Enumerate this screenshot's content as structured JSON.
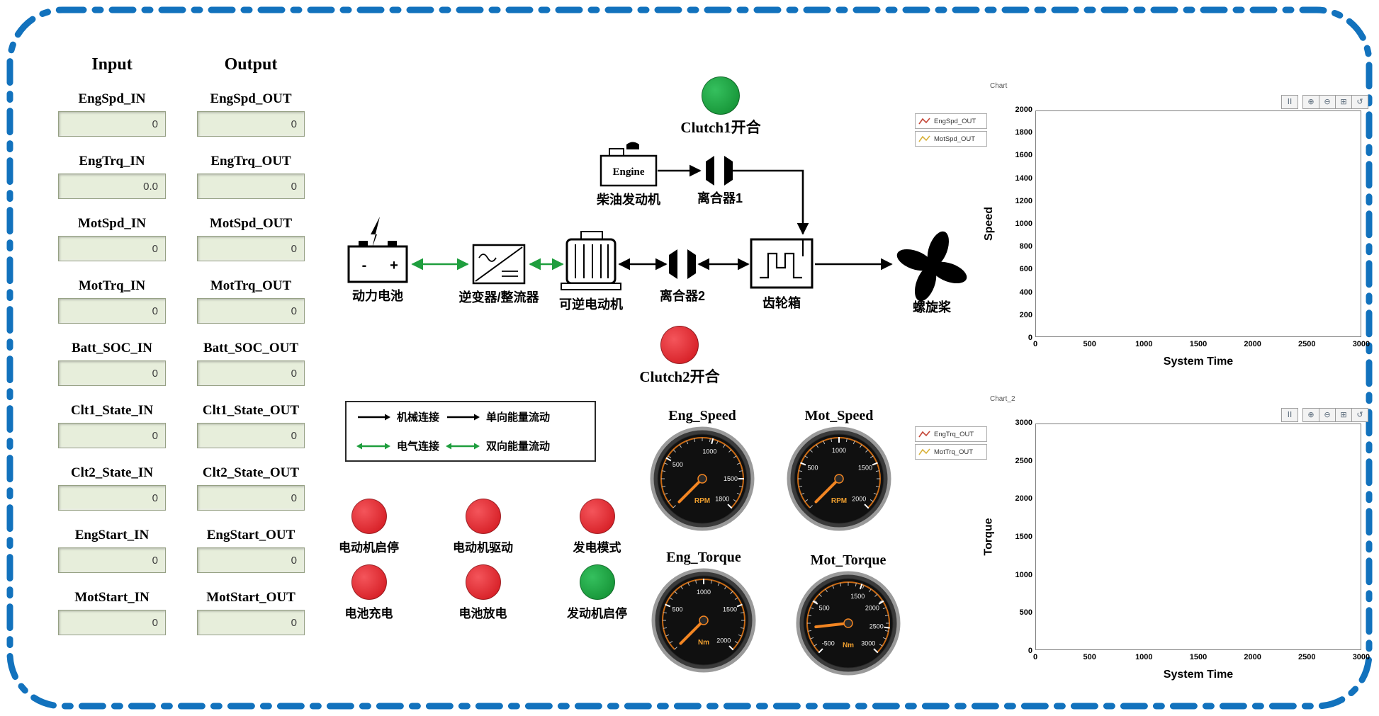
{
  "io_panel": {
    "input_header": "Input",
    "output_header": "Output",
    "rows": [
      {
        "input_label": "EngSpd_IN",
        "input_value": "0",
        "output_label": "EngSpd_OUT",
        "output_value": "0"
      },
      {
        "input_label": "EngTrq_IN",
        "input_value": "0.0",
        "output_label": "EngTrq_OUT",
        "output_value": "0"
      },
      {
        "input_label": "MotSpd_IN",
        "input_value": "0",
        "output_label": "MotSpd_OUT",
        "output_value": "0"
      },
      {
        "input_label": "MotTrq_IN",
        "input_value": "0",
        "output_label": "MotTrq_OUT",
        "output_value": "0"
      },
      {
        "input_label": "Batt_SOC_IN",
        "input_value": "0",
        "output_label": "Batt_SOC_OUT",
        "output_value": "0"
      },
      {
        "input_label": "Clt1_State_IN",
        "input_value": "0",
        "output_label": "Clt1_State_OUT",
        "output_value": "0"
      },
      {
        "input_label": "Clt2_State_IN",
        "input_value": "0",
        "output_label": "Clt2_State_OUT",
        "output_value": "0"
      },
      {
        "input_label": "EngStart_IN",
        "input_value": "0",
        "output_label": "EngStart_OUT",
        "output_value": "0"
      },
      {
        "input_label": "MotStart_IN",
        "input_value": "0",
        "output_label": "MotStart_OUT",
        "output_value": "0"
      }
    ]
  },
  "diagram": {
    "engine_text": "Engine",
    "battery_minus": "-",
    "battery_plus": "+",
    "clutch1_indicator_label": "Clutch1开合",
    "clutch2_indicator_label": "Clutch2开合",
    "clutch1_state": "green",
    "clutch2_state": "red",
    "labels": {
      "battery": "动力电池",
      "inverter": "逆变器/整流器",
      "motor": "可逆电动机",
      "clutch1": "离合器1",
      "clutch2": "离合器2",
      "gearbox": "齿轮箱",
      "propeller": "螺旋桨",
      "engine": "柴油发动机"
    },
    "legend": {
      "mechanical": "机械连接",
      "one_way": "单向能量流动",
      "electrical": "电气连接",
      "two_way": "双向能量流动"
    },
    "colors": {
      "mechanical": "#000000",
      "electrical": "#1f9e3e"
    }
  },
  "indicator_colors": {
    "red": [
      "#f4555b",
      "#cf1219"
    ],
    "green": [
      "#35c05e",
      "#0f8a2e"
    ]
  },
  "indicators": [
    {
      "label": "电动机启停",
      "state": "red"
    },
    {
      "label": "电动机驱动",
      "state": "red"
    },
    {
      "label": "发电模式",
      "state": "red"
    },
    {
      "label": "电池充电",
      "state": "red"
    },
    {
      "label": "电池放电",
      "state": "red"
    },
    {
      "label": "发动机启停",
      "state": "green"
    }
  ],
  "gauges": [
    {
      "title": "Eng_Speed",
      "unit": "RPM",
      "ticks": [
        500,
        1000,
        1500,
        1800
      ],
      "value": 0
    },
    {
      "title": "Mot_Speed",
      "unit": "RPM",
      "ticks": [
        500,
        1000,
        1500,
        2000
      ],
      "value": 0
    },
    {
      "title": "Eng_Torque",
      "unit": "Nm",
      "ticks": [
        500,
        1000,
        1500,
        2000
      ],
      "value": 0
    },
    {
      "title": "Mot_Torque",
      "unit": "Nm",
      "ticks": [
        -500,
        500,
        1500,
        2000,
        2500,
        3000
      ],
      "value": 0
    }
  ],
  "series_colors": [
    "#c44536",
    "#d9b23a"
  ],
  "chart_toolbar": [
    {
      "name": "pause",
      "glyph": "II"
    },
    {
      "name": "zoom-in",
      "glyph": "⊕"
    },
    {
      "name": "zoom-out",
      "glyph": "⊖"
    },
    {
      "name": "pan",
      "glyph": "⊞"
    },
    {
      "name": "reset",
      "glyph": "↺"
    }
  ],
  "charts": [
    {
      "name": "Chart",
      "ylabel": "Speed",
      "xlabel": "System Time",
      "legend": [
        "EngSpd_OUT",
        "MotSpd_OUT"
      ],
      "y_ticks": [
        2000,
        1800,
        1600,
        1400,
        1200,
        1000,
        800,
        600,
        400,
        200,
        0
      ],
      "x_ticks": [
        0,
        500,
        1000,
        1500,
        2000,
        2500,
        3000
      ]
    },
    {
      "name": "Chart_2",
      "ylabel": "Torque",
      "xlabel": "System Time",
      "legend": [
        "EngTrq_OUT",
        "MotTrq_OUT"
      ],
      "y_ticks": [
        3000,
        2500,
        2000,
        1500,
        1000,
        500,
        0
      ],
      "x_ticks": [
        0,
        500,
        1000,
        1500,
        2000,
        2500,
        3000
      ]
    }
  ],
  "chart_data": [
    {
      "type": "line",
      "title": "Chart",
      "xlabel": "System Time",
      "ylabel": "Speed",
      "xlim": [
        0,
        3000
      ],
      "ylim": [
        0,
        2000
      ],
      "legend_position": "left",
      "grid": false,
      "series": [
        {
          "name": "EngSpd_OUT",
          "x": [],
          "y": []
        },
        {
          "name": "MotSpd_OUT",
          "x": [],
          "y": []
        }
      ]
    },
    {
      "type": "line",
      "title": "Chart_2",
      "xlabel": "System Time",
      "ylabel": "Torque",
      "xlim": [
        0,
        3000
      ],
      "ylim": [
        0,
        3000
      ],
      "legend_position": "left",
      "grid": false,
      "series": [
        {
          "name": "EngTrq_OUT",
          "x": [],
          "y": []
        },
        {
          "name": "MotTrq_OUT",
          "x": [],
          "y": []
        }
      ]
    }
  ],
  "border_color": "#1272bd"
}
